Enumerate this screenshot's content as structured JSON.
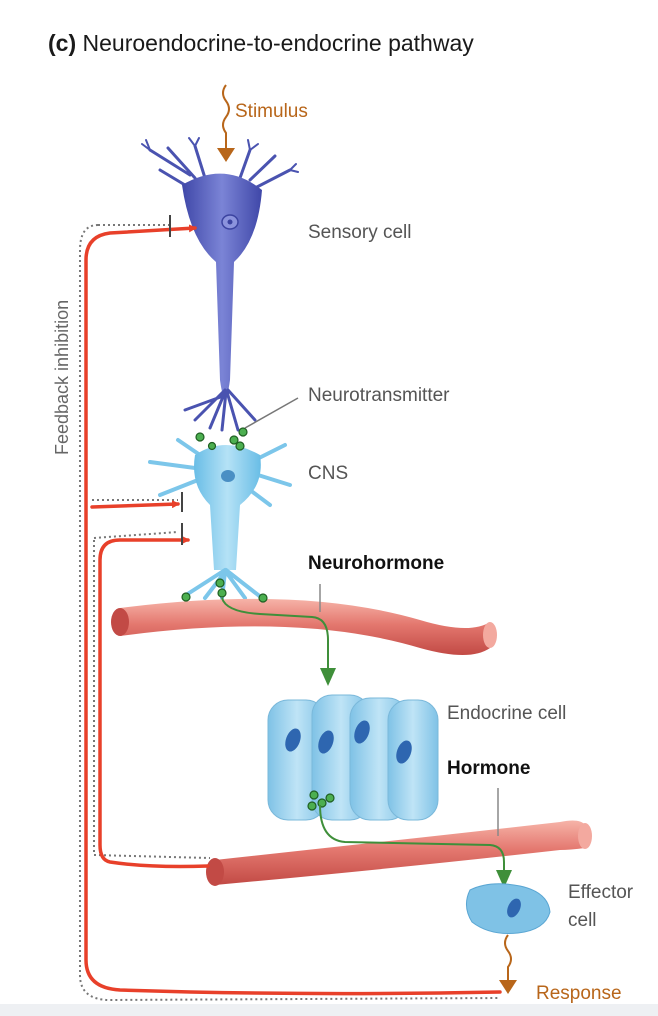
{
  "title": {
    "part": "(c)",
    "text": "Neuroendocrine-to-endocrine pathway"
  },
  "labels": {
    "stimulus": "Stimulus",
    "sensory_cell": "Sensory cell",
    "neurotransmitter": "Neurotransmitter",
    "cns": "CNS",
    "neurohormone": "Neurohormone",
    "endocrine_cell": "Endocrine cell",
    "hormone": "Hormone",
    "effector_cell_line1": "Effector",
    "effector_cell_line2": "cell",
    "response": "Response",
    "feedback_inhibition": "Feedback inhibition"
  },
  "colors": {
    "sensory_neuron": "#5a63b8",
    "cns_neuron": "#8fd0ec",
    "vessel": "#e4786f",
    "endocrine": "#9fd3ee",
    "green_path": "#3f8f3a",
    "feedback_red": "#e8402a",
    "stimulus_brown": "#b8661a"
  }
}
